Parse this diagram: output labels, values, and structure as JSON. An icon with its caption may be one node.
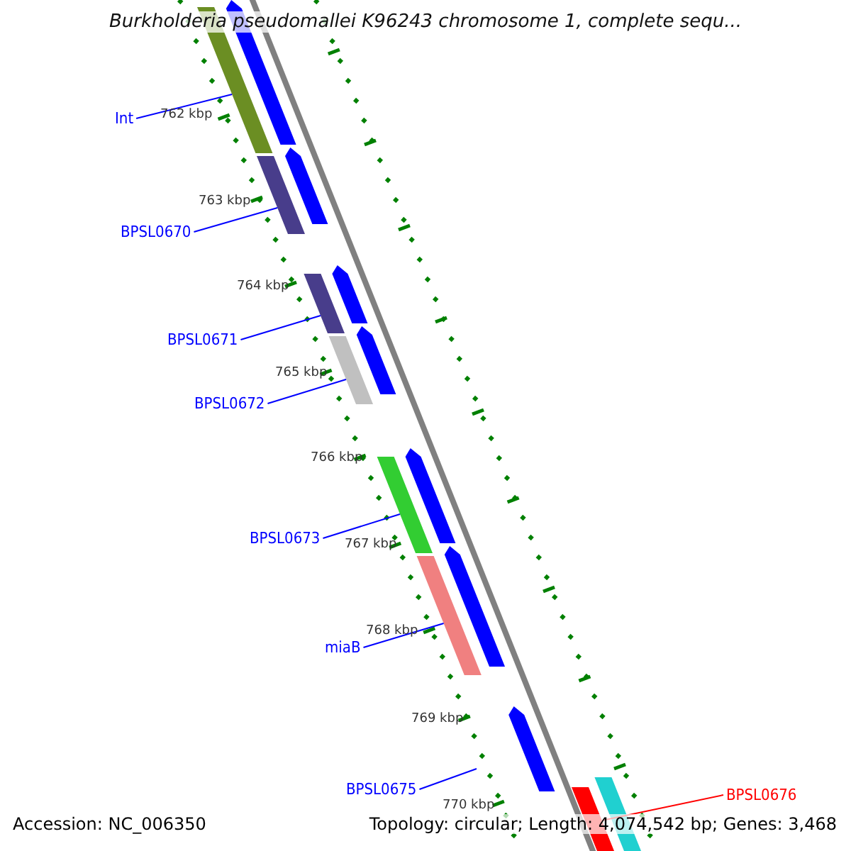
{
  "diagram": {
    "title": "Burkholderia pseudomallei K96243 chromosome 1, complete sequ...",
    "nodes": [
      {
        "text": [
          "Int"
        ]
      },
      {
        "text": [],
        "shape": "bar"
      },
      {
        "text": [
          "BPSL0670"
        ]
      },
      {
        "text": [],
        "shape": "bar"
      },
      {
        "text": [
          "BPSL0671"
        ]
      },
      {
        "text": [],
        "shape": "bar"
      },
      {
        "text": [
          "BPSL0672"
        ]
      },
      {
        "text": [],
        "shape": "bar"
      },
      {
        "text": [
          "BPSL0673"
        ]
      },
      {
        "text": [],
        "shape": "bar"
      },
      {
        "text": [
          "miaB"
        ]
      },
      {
        "text": [],
        "shape": "bar"
      },
      {
        "text": [
          "BPSL0675"
        ]
      },
      {
        "text": [
          "BPSL0676"
        ]
      },
      {
        "text": [],
        "shape": "bar"
      },
      {
        "text": [],
        "shape": "arrow"
      },
      {
        "text": [],
        "shape": "arrow"
      },
      {
        "text": [],
        "shape": "arrow"
      },
      {
        "text": [],
        "shape": "arrow"
      },
      {
        "text": [],
        "shape": "arrow"
      },
      {
        "text": [],
        "shape": "arrow"
      },
      {
        "text": [],
        "shape": "arrow"
      },
      {
        "text": [],
        "shape": "bar"
      }
    ],
    "edges": [
      {
        "from": 0,
        "to": 1,
        "arrow": "none"
      },
      {
        "from": 2,
        "to": 3,
        "arrow": "none"
      },
      {
        "from": 4,
        "to": 5,
        "arrow": "none"
      },
      {
        "from": 6,
        "to": 7,
        "arrow": "none"
      },
      {
        "from": 8,
        "to": 9,
        "arrow": "none"
      },
      {
        "from": 10,
        "to": 11,
        "arrow": "none"
      },
      {
        "from": 12,
        "to": null,
        "arrow": "none"
      },
      {
        "from": 13,
        "to": 14,
        "arrow": "none",
        "color": "#ff0000"
      }
    ],
    "labels": [
      "762 kbp",
      "763 kbp",
      "764 kbp",
      "765 kbp",
      "766 kbp",
      "767 kbp",
      "768 kbp",
      "769 kbp",
      "770 kbp",
      "Accession: NC_006350",
      "Topology: circular; Length: 4,074,542 bp; Genes: 3,468"
    ]
  }
}
